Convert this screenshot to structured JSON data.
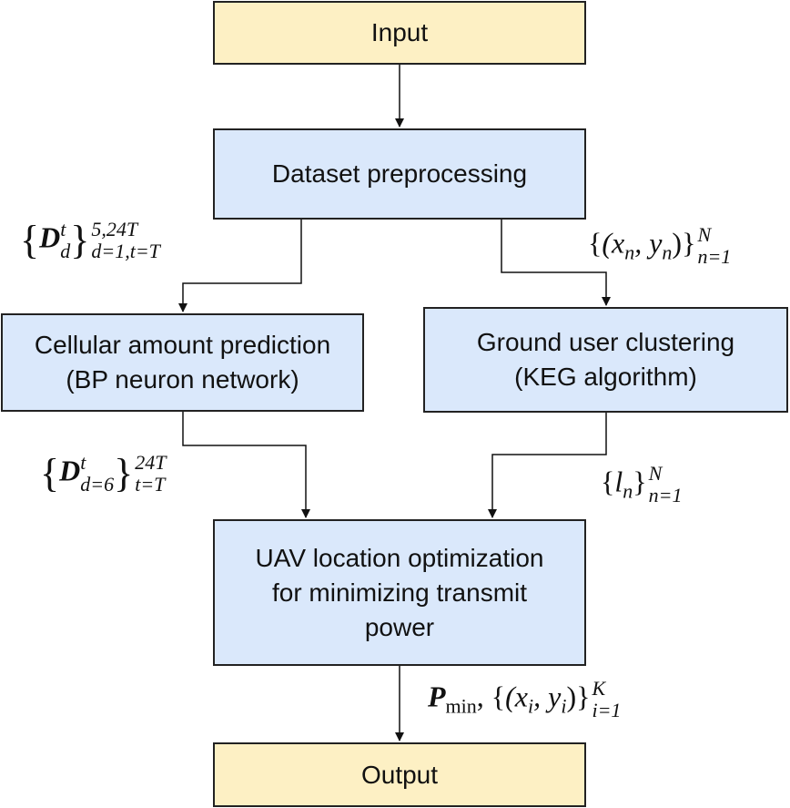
{
  "nodes": {
    "input": {
      "label": "Input"
    },
    "preprocessing": {
      "label": "Dataset preprocessing"
    },
    "prediction": {
      "line1": "Cellular amount prediction",
      "line2": "(BP neuron network)"
    },
    "clustering": {
      "line1": "Ground user clustering",
      "line2": "(KEG algorithm)"
    },
    "optimization": {
      "line1": "UAV location optimization",
      "line2": "for minimizing transmit",
      "line3": "power"
    },
    "output": {
      "label": "Output"
    }
  },
  "edge_labels": {
    "dataset_full": {
      "base": "D",
      "sup": "t",
      "sub": "d",
      "upper": "5,24T",
      "lower": "d=1,t=T"
    },
    "user_coords": {
      "expr": "(x",
      "sub1": "n",
      "mid": ", y",
      "sub2": "n",
      "close": ")",
      "upper": "N",
      "lower": "n=1"
    },
    "dataset_day6": {
      "base": "D",
      "sup": "t",
      "sub": "d=6",
      "upper": "24T",
      "lower": "t=T"
    },
    "cluster_labels": {
      "base": "l",
      "sub": "n",
      "upper": "N",
      "lower": "n=1"
    },
    "result": {
      "base": "P",
      "sub": "min",
      "expr": "(x",
      "sub1": "i",
      "mid": ", y",
      "sub2": "i",
      "close": ")",
      "upper": "K",
      "lower": "i=1"
    }
  },
  "colors": {
    "io_fill": "#fdf0c4",
    "process_fill": "#dae8fb",
    "stroke": "#222222"
  }
}
